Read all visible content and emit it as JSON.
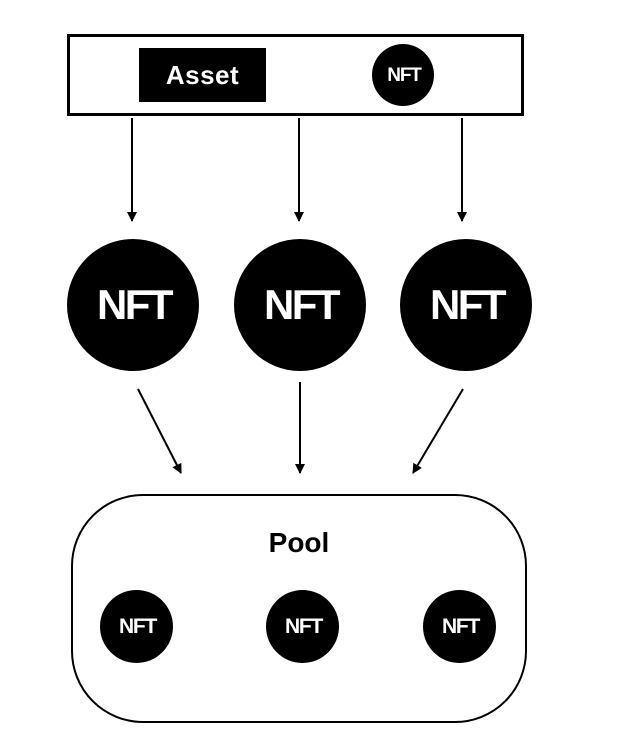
{
  "diagram": {
    "colors": {
      "background": "#ffffff",
      "node_fill": "#000000",
      "node_text": "#ffffff",
      "line": "#000000"
    },
    "top_box": {
      "asset": {
        "label": "Asset"
      },
      "minted_token": {
        "label": "NFT"
      }
    },
    "tokens": [
      {
        "label": "NFT"
      },
      {
        "label": "NFT"
      },
      {
        "label": "NFT"
      }
    ],
    "pool": {
      "label": "Pool",
      "tokens": [
        {
          "label": "NFT"
        },
        {
          "label": "NFT"
        },
        {
          "label": "NFT"
        }
      ]
    }
  }
}
